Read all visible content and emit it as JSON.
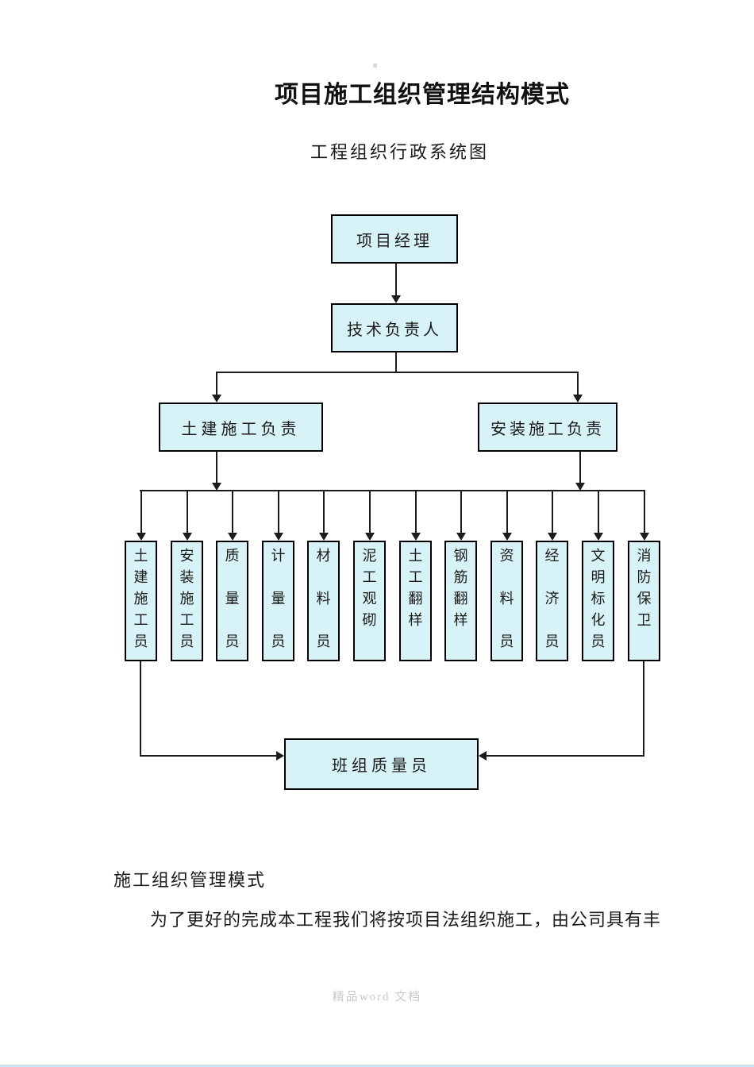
{
  "page": {
    "title": "项目施工组织管理结构模式",
    "subtitle": "工程组织行政系统图",
    "footer": "精品word 文档"
  },
  "org_chart": {
    "top": {
      "label": "项目经理"
    },
    "level2": {
      "label": "技术负责人"
    },
    "level3": [
      {
        "label": "土建施工负责"
      },
      {
        "label": "安装施工负责"
      }
    ],
    "staff": [
      "土建施工员",
      "安装施工员",
      "质量员",
      "计量员",
      "材料员",
      "泥工观砌",
      "土工翻样",
      "钢筋翻样",
      "资料员",
      "经济员",
      "文明标化员",
      "消防保卫"
    ],
    "bottom": {
      "label": "班组质量员"
    },
    "colors": {
      "box_fill": "#d8f3f7",
      "box_border": "#000000",
      "line": "#1c1c1c"
    }
  },
  "body_text": {
    "heading": "施工组织管理模式",
    "paragraph": "为了更好的完成本工程我们将按项目法组织施工，由公司具有丰"
  }
}
